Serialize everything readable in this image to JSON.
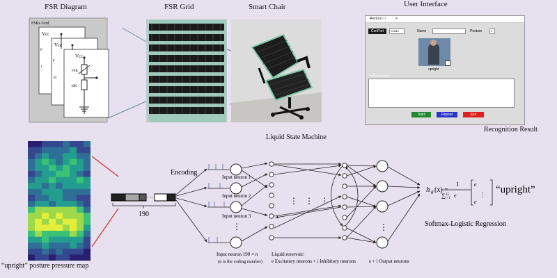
{
  "titles": {
    "fsr_diagram": "FSR Diagram",
    "fsr_grid": "FSR Grid",
    "smart_chair": "Smart Chair",
    "user_interface": "User Interface",
    "recognition_result": "Recognition Result",
    "lsm": "Liquid State Machine",
    "posture_map": "“upright” posture pressure map"
  },
  "fsr_panel": {
    "grid_label": "FSRs Grid",
    "vcc": "Vcc",
    "fsr": "FSR",
    "r10k": "10K",
    "f": "F",
    "one": "1",
    "ten": "10"
  },
  "ui": {
    "window_title": "Posture",
    "conn_button": "ConPort",
    "port_value": "COM3",
    "name_label": "Name",
    "posture_label": "Posture",
    "posture_value": "1",
    "image_caption": "upright",
    "readings_label": "FSRs Readings",
    "start": "Start",
    "repeat": "Repeat",
    "exit": "Exit",
    "win_controls": "— ☐ ✕",
    "colors": {
      "start": "#1e8a2e",
      "repeat": "#2a35c8",
      "exit": "#e02020"
    }
  },
  "encoding": {
    "label": "Encoding",
    "vector_length": "190",
    "dots": "···"
  },
  "neurons": {
    "input1": "Input neuron 1",
    "input2": "Input neuron 2",
    "input3": "Input neuron 3",
    "input_n": "Input neuron 190 × n",
    "input_n_note": "(n is the coding number)",
    "reservoir_title": "Liquid reservoir:",
    "reservoir_desc": "e Excitatory neurons + i Inhibitory neurons",
    "output_desc": "e + i Output neurons"
  },
  "softmax": {
    "label": "Softmax-Logistic Regression",
    "result": "“upright”",
    "h": "h",
    "theta": "θ",
    "x": "(x) =",
    "one": "1",
    "sum": "∑",
    "sum_limits": "j=1",
    "sum_top": "15",
    "e_theta": "e",
    "vdots": "⋮"
  },
  "heatmap": [
    [
      0,
      0,
      1,
      1,
      1,
      2,
      1,
      1,
      2
    ],
    [
      1,
      1,
      2,
      2,
      2,
      2,
      3,
      1,
      1
    ],
    [
      1,
      2,
      3,
      2,
      2,
      3,
      3,
      2,
      2
    ],
    [
      2,
      3,
      4,
      3,
      2,
      3,
      4,
      3,
      2
    ],
    [
      2,
      3,
      3,
      4,
      3,
      4,
      3,
      3,
      2
    ],
    [
      1,
      2,
      3,
      3,
      4,
      4,
      3,
      2,
      1
    ],
    [
      2,
      3,
      3,
      4,
      3,
      3,
      3,
      4,
      3
    ],
    [
      3,
      3,
      2,
      3,
      2,
      3,
      3,
      3,
      3
    ],
    [
      2,
      2,
      3,
      3,
      3,
      2,
      2,
      2,
      2
    ],
    [
      1,
      2,
      2,
      3,
      3,
      2,
      2,
      1,
      1
    ],
    [
      2,
      3,
      3,
      2,
      3,
      3,
      3,
      2,
      1
    ],
    [
      4,
      5,
      5,
      5,
      5,
      5,
      5,
      4,
      2
    ],
    [
      5,
      5,
      6,
      5,
      6,
      5,
      5,
      5,
      4
    ],
    [
      5,
      6,
      5,
      6,
      5,
      6,
      6,
      5,
      4
    ],
    [
      5,
      6,
      6,
      6,
      6,
      5,
      6,
      5,
      3
    ],
    [
      4,
      5,
      4,
      4,
      4,
      4,
      5,
      4,
      2
    ],
    [
      3,
      3,
      4,
      3,
      3,
      3,
      3,
      3,
      1
    ],
    [
      2,
      2,
      3,
      2,
      2,
      2,
      3,
      2,
      1
    ],
    [
      1,
      1,
      2,
      1,
      2,
      1,
      1,
      1,
      0
    ],
    [
      0,
      1,
      1,
      0,
      1,
      1,
      0,
      0,
      0
    ]
  ],
  "heatmap_palette": [
    "#2a1f6e",
    "#34478f",
    "#2f6f95",
    "#229d8e",
    "#3ac276",
    "#9dd94a",
    "#e3ef3a"
  ]
}
